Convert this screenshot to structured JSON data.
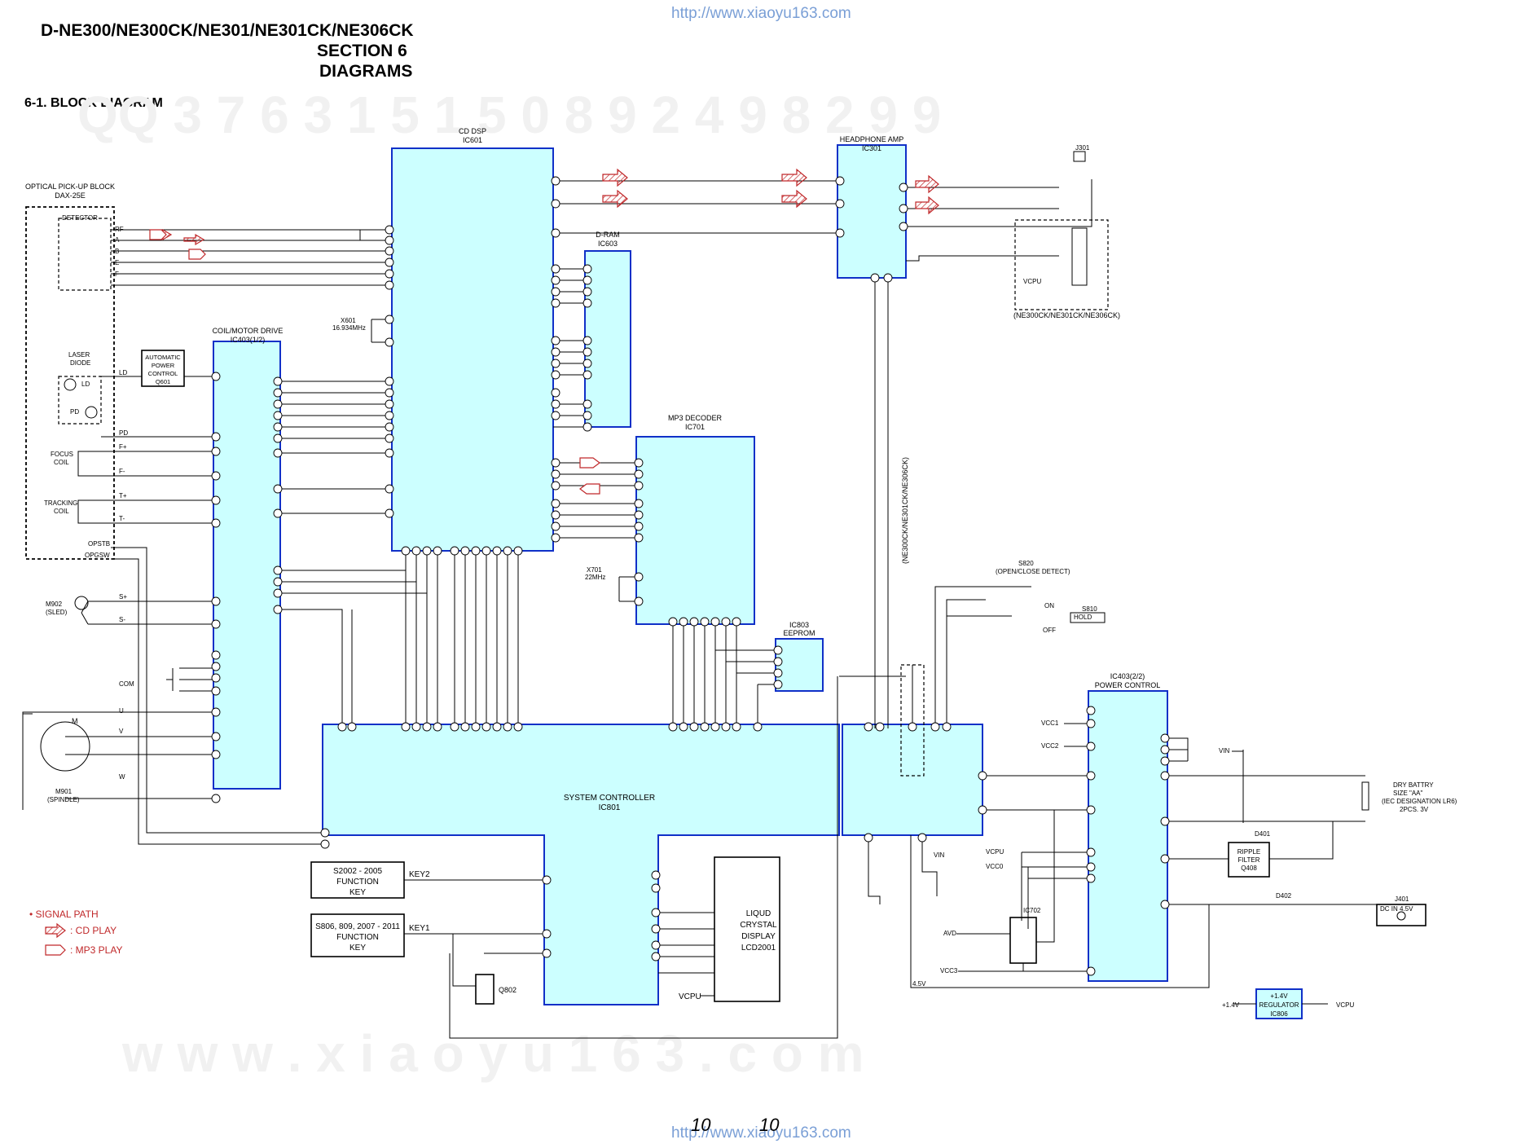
{
  "header": {
    "models": "D-NE300/NE300CK/NE301/NE301CK/NE306CK",
    "section": "SECTION  6",
    "diagrams": "DIAGRAMS",
    "subtitle": "6-1.    BLOCK  DIAGRAM",
    "url_top": "http://www.xiaoyu163.com",
    "url_bottom": "http://www.xiaoyu163.com",
    "watermark_top": "QQ 3 7 6 3 1 5 1 5 0     8 9 2 4 9 8 2 9 9",
    "watermark_bottom": "w w w . x i a o y u 1 6 3 . c o m",
    "page_left": "10",
    "page_right": "10"
  },
  "blocks": {
    "cd_dsp": [
      "CD DSP",
      "IC601"
    ],
    "dram": [
      "D-RAM",
      "IC603"
    ],
    "headphone": [
      "HEADPHONE AMP",
      "IC301"
    ],
    "coil": [
      "COIL/MOTOR DRIVE",
      "IC403(1/2)"
    ],
    "mp3": [
      "MP3 DECODER",
      "IC701"
    ],
    "eeprom": [
      "IC803",
      "EEPROM"
    ],
    "sysctl": [
      "SYSTEM CONTROLLER",
      "IC801"
    ],
    "power": [
      "IC403(2/2)",
      "POWER CONTROL"
    ],
    "pickup": [
      "OPTICAL PICK-UP BLOCK",
      "DAX-25E"
    ],
    "detector": "DETECTOR",
    "apc": [
      "AUTOMATIC",
      "POWER",
      "CONTROL",
      "Q601"
    ],
    "lcd": [
      "LIQUD",
      "CRYSTAL",
      "DISPLAY",
      "LCD2001"
    ],
    "key2": [
      "S2002 - 2005",
      "FUNCTION",
      "KEY"
    ],
    "key1": [
      "S806, 809, 2007 - 2011",
      "FUNCTION",
      "KEY"
    ],
    "reg": [
      "+1.4V",
      "REGULATOR",
      "IC806"
    ],
    "ripple": [
      "RIPPLE",
      "FILTER",
      "Q408"
    ]
  },
  "labels": {
    "rf": "RF",
    "a": "A",
    "b": "B",
    "e": "E",
    "f": "F",
    "laser": [
      "LASER",
      "DIODE"
    ],
    "ld": "LD",
    "pd": "PD",
    "focus": [
      "FOCUS",
      "COIL"
    ],
    "tracking": [
      "TRACKING",
      "COIL"
    ],
    "fplus": "F+",
    "fminus": "F-",
    "tplus": "T+",
    "tminus": "T-",
    "opstb": "OPSTB",
    "opgsw": "OPGSW",
    "m902": [
      "M902",
      "(SLED)"
    ],
    "splus": "S+",
    "sminus": "S-",
    "m": "M",
    "com": "COM",
    "u": "U",
    "v": "V",
    "w": "W",
    "m901": [
      "M901",
      "(SPINDLE)"
    ],
    "x601": [
      "X601",
      "16.934MHz"
    ],
    "x701": [
      "X701",
      "22MHz"
    ],
    "j301": "J301",
    "variant1": "(NE300CK/NE301CK/NE306CK)",
    "vcpu": "VCPU",
    "variant2": "(NE300CK/NE301CK/NE306CK)",
    "s820": [
      "S820",
      "(OPEN/CLOSE DETECT)"
    ],
    "s810": "S810",
    "hold": "HOLD",
    "on": "ON",
    "off": "OFF",
    "vcc1": "VCC1",
    "vcc2": "VCC2",
    "vcc0": "VCC0",
    "vcc3": "VCC3",
    "vin": "VIN",
    "avd": "AVD",
    "ic702": "IC702",
    "v45": "4.5V",
    "battery": [
      "DRY BATTRY",
      "SIZE \"AA\"",
      "(IEC DESIGNATION LR6)",
      "2PCS. 3V"
    ],
    "d401": "D401",
    "d402": "D402",
    "j401": [
      "J401",
      "DC IN 4.5V"
    ],
    "p14": "+1.4V",
    "key2": "KEY2",
    "key1": "KEY1",
    "q802": "Q802",
    "signal_path": "• SIGNAL PATH",
    "cd_play": ": CD PLAY",
    "mp3_play": ": MP3 PLAY"
  },
  "colors": {
    "ic_fill": "#ccffff",
    "ic_stroke": "#1030c8",
    "wire": "#000000",
    "signal": "#c0282a",
    "signal_fill": "#f6d2d2",
    "url": "#7a9fd6",
    "watermark": "#f0c8c8"
  }
}
